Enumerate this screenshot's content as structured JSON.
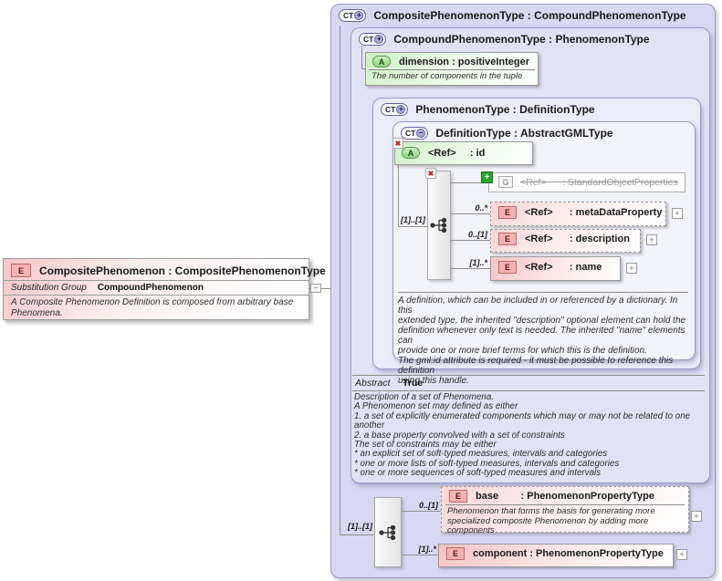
{
  "icons": {
    "element": "E",
    "attribute": "A",
    "group": "G",
    "complex_type": "CT",
    "plus": "+",
    "minus": "−",
    "expand": "+",
    "prohibited": "✖",
    "collapse": "−"
  },
  "left_element": {
    "title": "CompositePhenomenon : CompositePhenomenonType",
    "substitution_group_label": "Substitution Group",
    "substitution_group_value": "CompoundPhenomenon",
    "annotation": "A Composite Phenomenon Definition is composed from arbitrary base\nPhenomena."
  },
  "outer_type": {
    "title": "CompositePhenomenonType : CompoundPhenomenonType"
  },
  "compound_type": {
    "title": "CompoundPhenomenonType : PhenomenonType",
    "dimension_attribute": {
      "label": "dimension : positiveInteger",
      "annotation": "The number of components in the tuple"
    },
    "abstract_label": "Abstract",
    "abstract_value": "True",
    "annotation": "Description of a set of Phenomena.\nA Phenomenon set may defined as either\n1. a set of explicitly enumerated components which may or may not be related to one\nanother\n2. a base property convolved with a set of constraints\nThe set of constraints may be either\n* an explicit set of soft-typed measures, intervals and categories\n* one or more lists of soft-typed measures, intervals and categories\n* one or more sequences of soft-typed measures and intervals"
  },
  "phenomenon_type": {
    "title": "PhenomenonType : DefinitionType"
  },
  "definition_type": {
    "title": "DefinitionType : AbstractGMLType",
    "id_attribute": {
      "label": "<Ref>     : id"
    },
    "sequence_occurrence": "[1]..[1]",
    "group_ref": {
      "label": "<Ref>      : StandardObjectProperties"
    },
    "meta_data_property": {
      "occurrence": "0..*",
      "label": "<Ref>      : metaDataProperty"
    },
    "description_element": {
      "occurrence": "0..[1]",
      "label": "<Ref>      : description"
    },
    "name_element": {
      "occurrence": "[1]..*",
      "label": "<Ref>      : name"
    },
    "annotation": "A definition, which can be included in or referenced by a dictionary. In this\nextended type, the inherited \"description\" optional element can hold the\ndefinition whenever only text is needed. The inherited \"name\" elements can\nprovide one or more brief terms for which this is the definition.\nThe gml:id attribute is required - it must be possible to reference this definition\nusing this handle."
  },
  "composite_content": {
    "sequence_occurrence": "[1]..[1]",
    "base_element": {
      "occurrence": "0..[1]",
      "label": "base        : PhenomenonPropertyType",
      "annotation": "Phenomenon that forms the basis for generating more\nspecialized composite Phenomenon by adding more components"
    },
    "component_element": {
      "occurrence": "[1]..*",
      "label": "component : PhenomenonPropertyType"
    }
  }
}
